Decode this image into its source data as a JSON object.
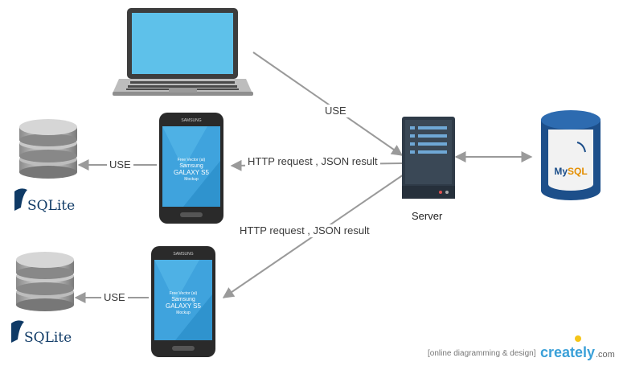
{
  "labels": {
    "use_laptop": "USE",
    "use_db_top": "USE",
    "use_db_bottom": "USE",
    "http_top": "HTTP request , JSON result",
    "http_bottom": "HTTP request , JSON result",
    "server": "Server"
  },
  "sqlite": {
    "top": "SQLite",
    "bottom": "SQLite"
  },
  "mysql": {
    "text": "MySQL"
  },
  "phone": {
    "brand": "SAMSUNG",
    "line1": "Free Vector (ai)",
    "line2": "Samsung",
    "line3": "GALAXY S5",
    "line4": "Mockup"
  },
  "footer": {
    "tagline": "[online diagramming & design]",
    "brand": "creately",
    "domain": ".com"
  },
  "colors": {
    "arrow": "#9a9a9a",
    "laptop_screen": "#5ec1ea",
    "phone_screen": "#3fa3dd",
    "server": "#2f3b48",
    "mysql": "#1d4f8a",
    "sqlite": "#0f3a66"
  }
}
